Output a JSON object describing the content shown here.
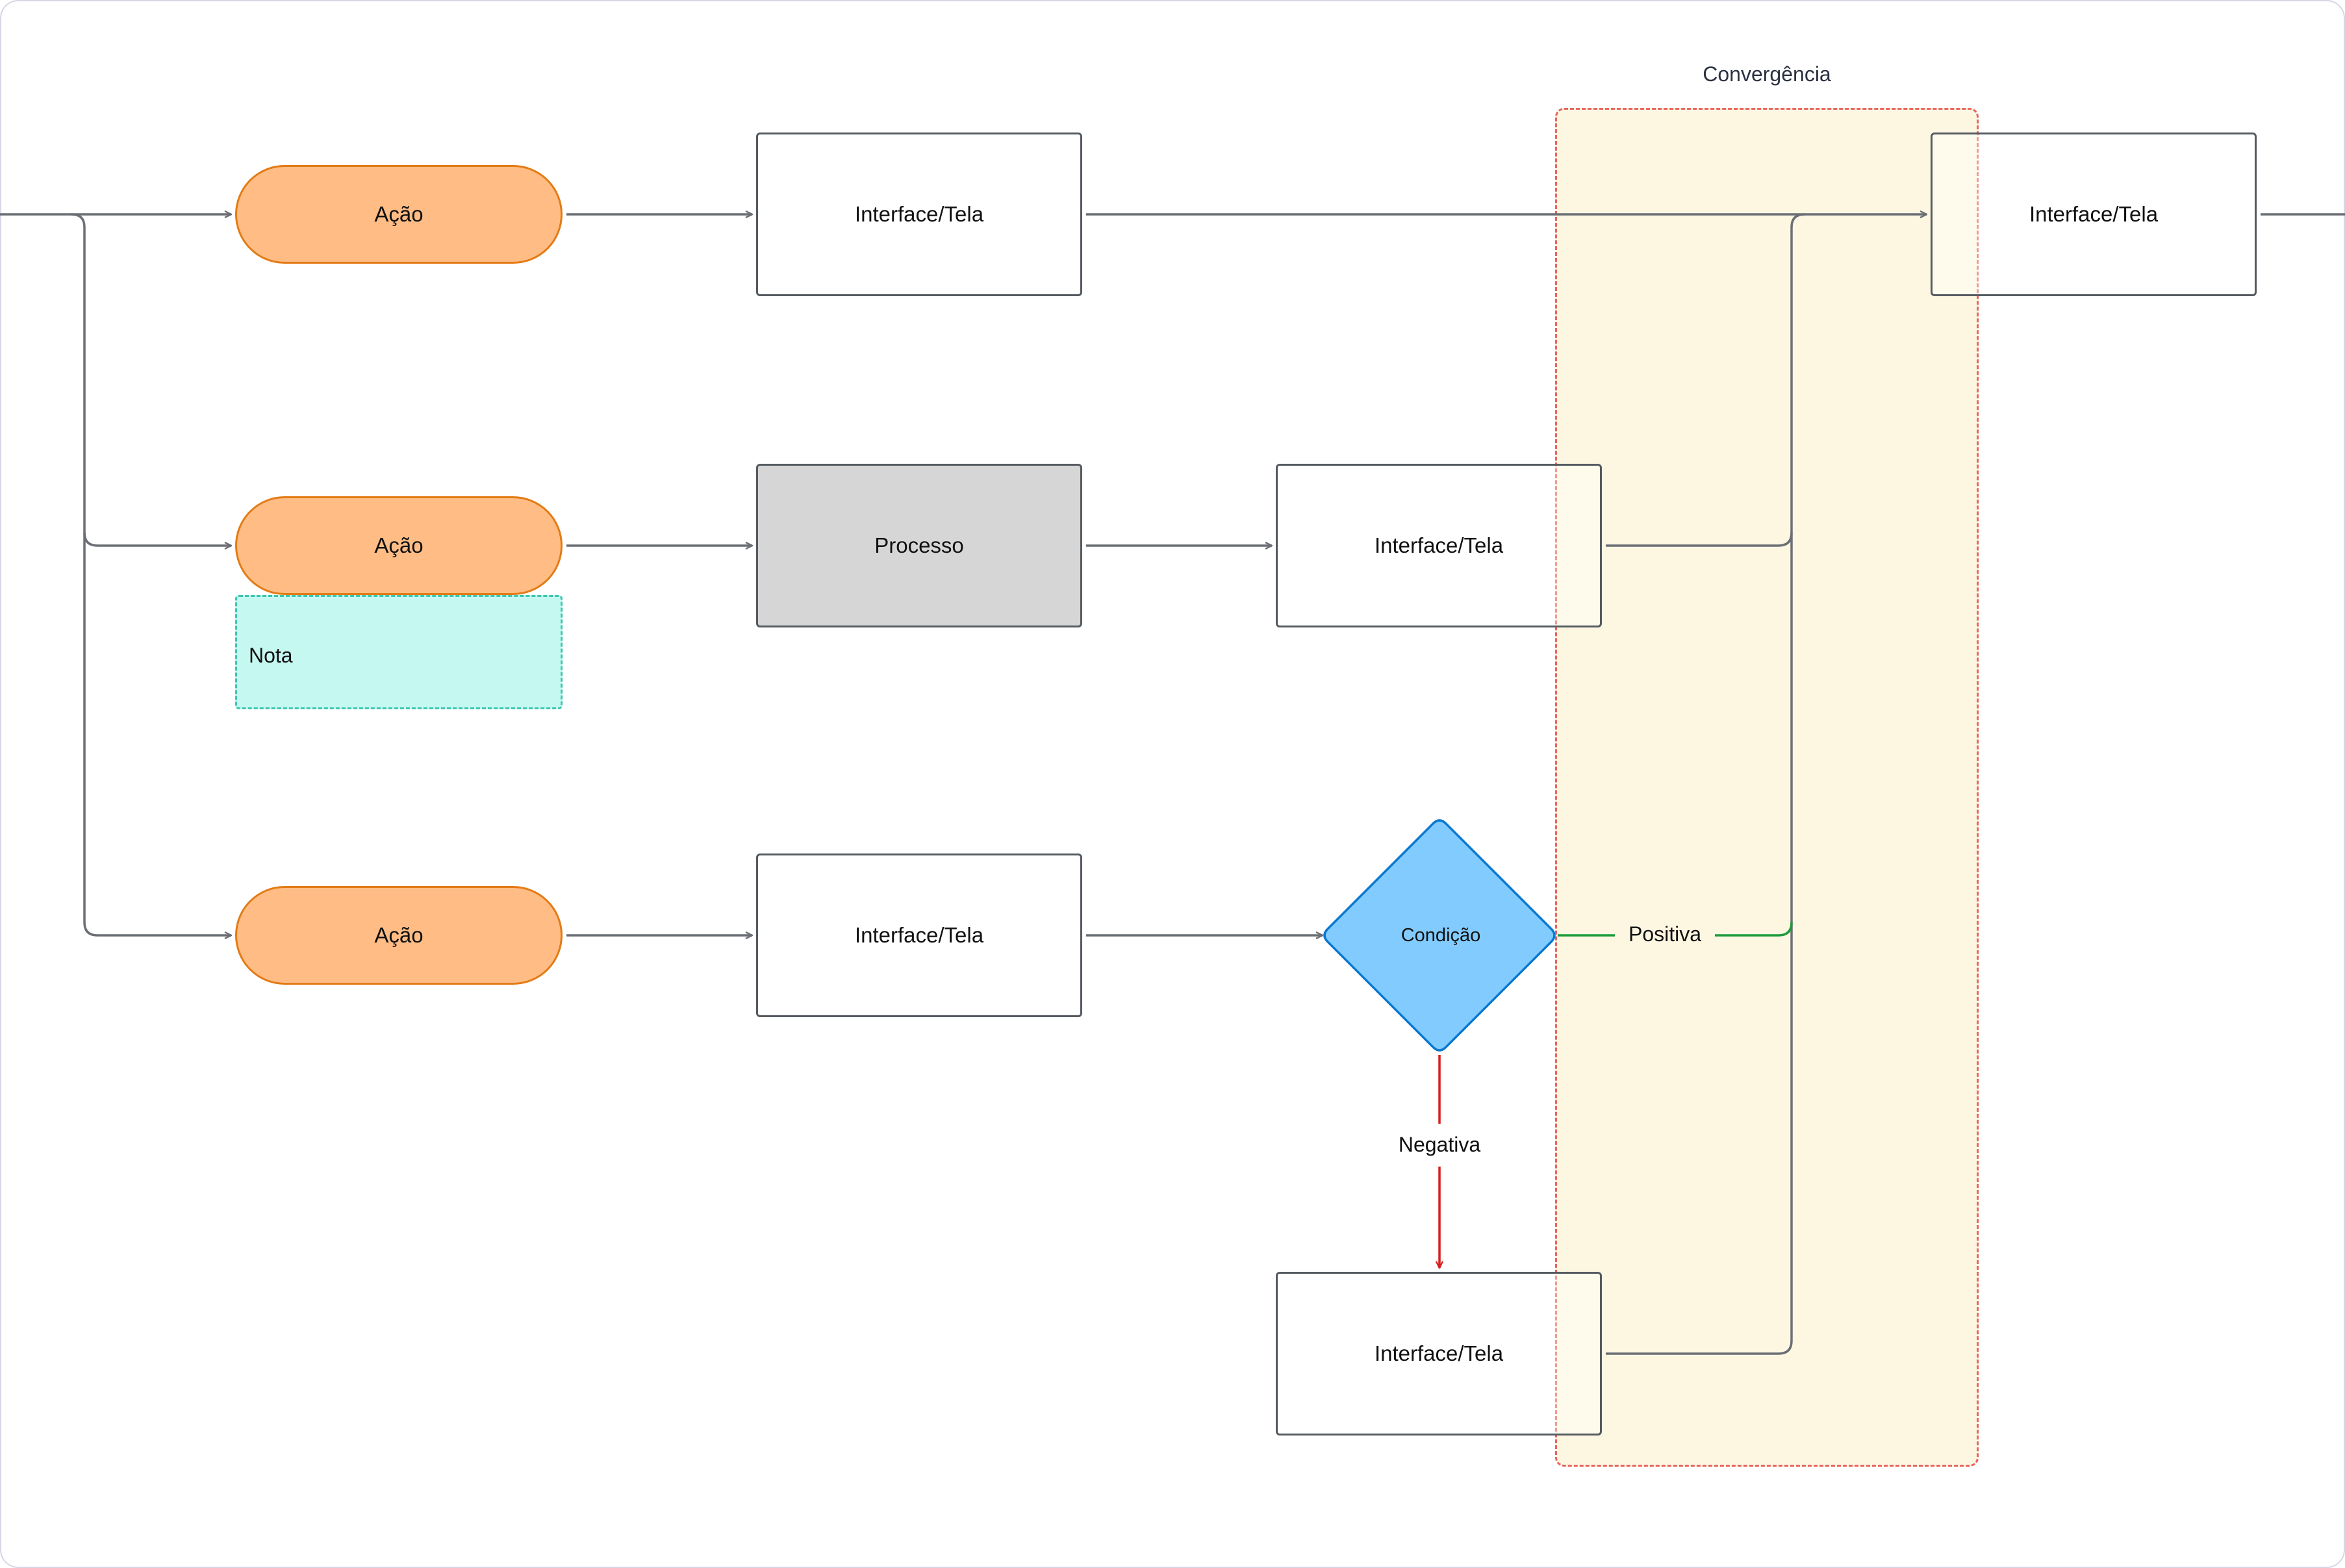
{
  "convergence": {
    "label": "Convergência"
  },
  "row1": {
    "action": "Ação",
    "screen": "Interface/Tela",
    "target_screen": "Interface/Tela"
  },
  "row2": {
    "action": "Ação",
    "note": "Nota",
    "process": "Processo",
    "screen": "Interface/Tela"
  },
  "row3": {
    "action": "Ação",
    "screen": "Interface/Tela",
    "condition": "Condição",
    "positive": "Positiva",
    "negative": "Negativa",
    "negative_screen": "Interface/Tela"
  },
  "colors": {
    "action_fill": "#ffbd85",
    "action_stroke": "#e37b16",
    "process_fill": "#d6d6d6",
    "note_fill": "#c6f8f2",
    "condition_fill": "#82cbff",
    "condition_stroke": "#0b78cf",
    "positive_edge": "#1e9b3c",
    "negative_edge": "#d81d1d",
    "connector": "#6b6f75"
  }
}
